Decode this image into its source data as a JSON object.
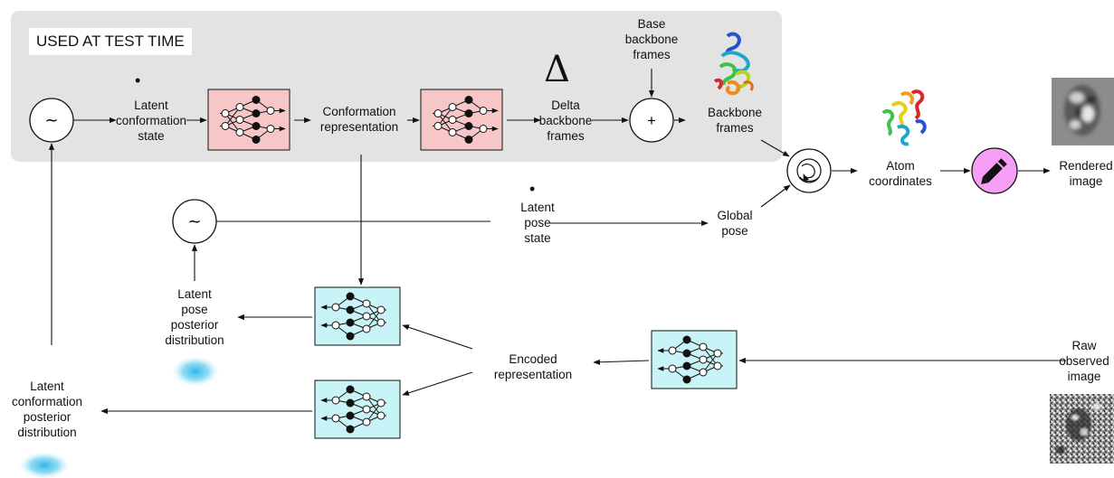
{
  "test_time_box": {
    "label": "USED AT TEST TIME",
    "fill": "#e3e3e3"
  },
  "colors": {
    "decoder_fill": "#f7c6c6",
    "encoder_fill": "#c8f4f7",
    "renderer_fill": "#f79ff7",
    "blob": "#4cc7ec"
  },
  "nodes": {
    "latent_conformation_state": "Latent\nconformation\nstate",
    "conformation_representation": "Conformation\nrepresentation",
    "delta_symbol": "Δ",
    "delta_backbone_frames": "Delta\nbackbone\nframes",
    "base_backbone_frames": "Base\nbackbone\nframes",
    "backbone_frames": "Backbone\nframes",
    "atom_coordinates": "Atom\ncoordinates",
    "rendered_image": "Rendered\nimage",
    "latent_pose_state": "Latent\npose\nstate",
    "global_pose": "Global\npose",
    "latent_pose_posterior": "Latent\npose\nposterior\ndistribution",
    "encoded_representation": "Encoded\nrepresentation",
    "raw_observed_image": "Raw\nobserved\nimage",
    "latent_conformation_posterior": "Latent\nconformation\nposterior\ndistribution"
  },
  "symbols": {
    "sample": "~",
    "add": "+",
    "dot": "•"
  },
  "icons": {
    "sampler": "tilde-sampler-icon",
    "decoder": "neural-network-icon",
    "encoder": "neural-network-icon",
    "add": "plus-icon",
    "frames_to_atoms": "rotation-icon",
    "renderer": "pencil-icon",
    "protein": "protein-structure-icon",
    "micrograph": "cryo-em-image-icon"
  }
}
